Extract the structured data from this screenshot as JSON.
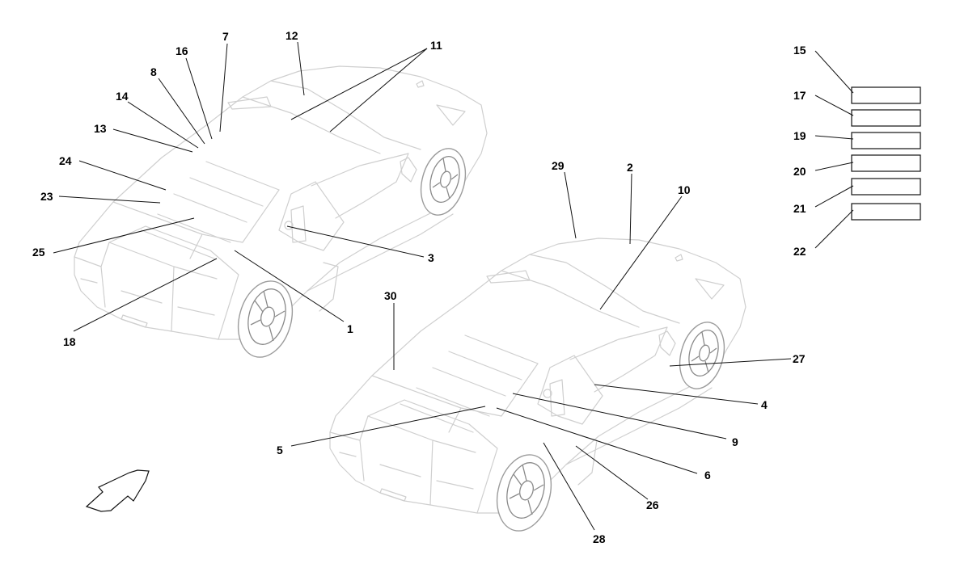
{
  "diagram": {
    "callouts": [
      {
        "id": "c1",
        "label": "1"
      },
      {
        "id": "c2",
        "label": "2"
      },
      {
        "id": "c3",
        "label": "3"
      },
      {
        "id": "c4",
        "label": "4"
      },
      {
        "id": "c5",
        "label": "5"
      },
      {
        "id": "c6",
        "label": "6"
      },
      {
        "id": "c7",
        "label": "7"
      },
      {
        "id": "c8",
        "label": "8"
      },
      {
        "id": "c9",
        "label": "9"
      },
      {
        "id": "c10",
        "label": "10"
      },
      {
        "id": "c11",
        "label": "11"
      },
      {
        "id": "c12",
        "label": "12"
      },
      {
        "id": "c13",
        "label": "13"
      },
      {
        "id": "c14",
        "label": "14"
      },
      {
        "id": "c15",
        "label": "15"
      },
      {
        "id": "c16",
        "label": "16"
      },
      {
        "id": "c17",
        "label": "17"
      },
      {
        "id": "c18",
        "label": "18"
      },
      {
        "id": "c19",
        "label": "19"
      },
      {
        "id": "c20",
        "label": "20"
      },
      {
        "id": "c21",
        "label": "21"
      },
      {
        "id": "c22",
        "label": "22"
      },
      {
        "id": "c23",
        "label": "23"
      },
      {
        "id": "c24",
        "label": "24"
      },
      {
        "id": "c25",
        "label": "25"
      },
      {
        "id": "c26",
        "label": "26"
      },
      {
        "id": "c27",
        "label": "27"
      },
      {
        "id": "c28",
        "label": "28"
      },
      {
        "id": "c29",
        "label": "29"
      },
      {
        "id": "c30",
        "label": "30"
      }
    ],
    "colors": {
      "car_outline": "#cfcfcf",
      "leader": "#111111",
      "text": "#000000",
      "background": "#ffffff"
    },
    "icons": [
      "direction-arrow-icon"
    ]
  }
}
